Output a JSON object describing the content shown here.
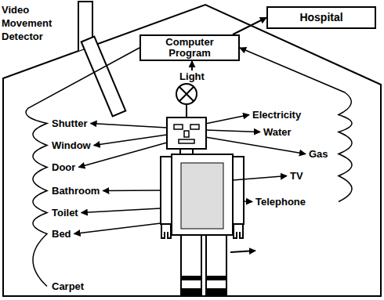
{
  "diagram": {
    "nodes": [
      {
        "text": [
          "Computer Program"
        ]
      },
      {
        "text": [
          "Hospital"
        ]
      },
      {
        "text": [
          "Light"
        ]
      }
    ],
    "edges": [
      {
        "from": 2,
        "to": 0,
        "arrow": "to"
      },
      {
        "from": 0,
        "to": 1,
        "arrow": "to"
      }
    ],
    "labels": [
      "Video Movement Detector",
      "Shutter",
      "Window",
      "Door",
      "Bathroom",
      "Toilet",
      "Bed",
      "Carpet",
      "Electricity",
      "Water",
      "Gas",
      "TV",
      "Telephone"
    ]
  }
}
